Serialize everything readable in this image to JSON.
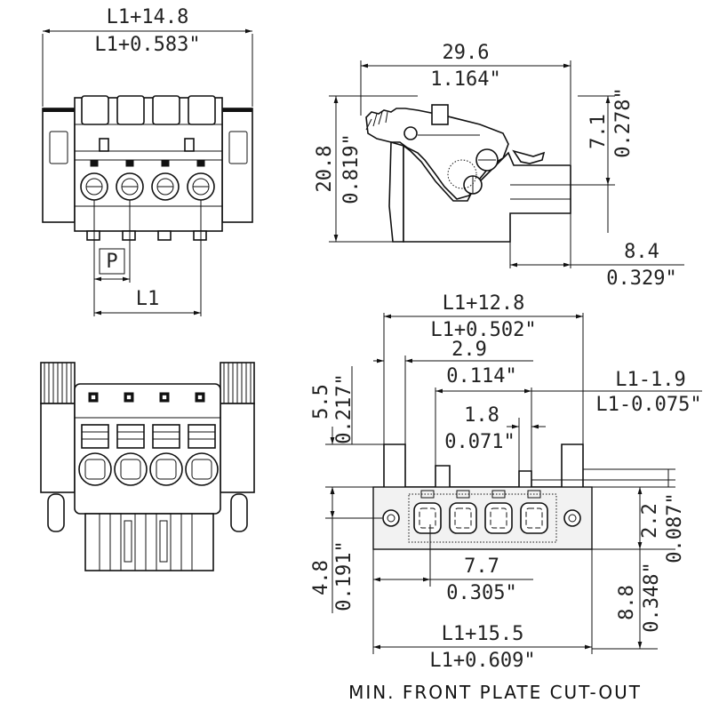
{
  "views": {
    "front": {
      "width_mm": "L1+14.8",
      "width_in": "L1+0.583\"",
      "pitch": "P",
      "l1": "L1"
    },
    "side": {
      "length_mm": "29.6",
      "length_in": "1.164\"",
      "height_mm": "20.8",
      "height_in": "0.819\"",
      "flange_mm": "7.1",
      "flange_in": "0.278\"",
      "depth_mm": "8.4",
      "depth_in": "0.329\""
    },
    "cutout": {
      "overall_mm": "L1+12.8",
      "overall_in": "L1+0.502\"",
      "ear_mm": "2.9",
      "ear_in": "0.114\"",
      "slot_mm": "L1-1.9",
      "slot_in": "L1-0.075\"",
      "step_mm": "1.8",
      "step_in": "0.071\"",
      "top_h_mm": "5.5",
      "top_h_in": "0.217\"",
      "hole_mm": "2.2",
      "hole_in": "0.087\"",
      "low_h_mm": "4.8",
      "low_h_in": "0.191\"",
      "hole_dist_mm": "7.7",
      "hole_dist_in": "0.305\"",
      "total_h_mm": "8.8",
      "total_h_in": "0.348\"",
      "base_mm": "L1+15.5",
      "base_in": "L1+0.609\""
    },
    "caption": "MIN. FRONT PLATE CUT-OUT"
  },
  "icons": [
    "screw-terminal-icon",
    "latch-lever-icon",
    "mounting-hole-icon"
  ]
}
